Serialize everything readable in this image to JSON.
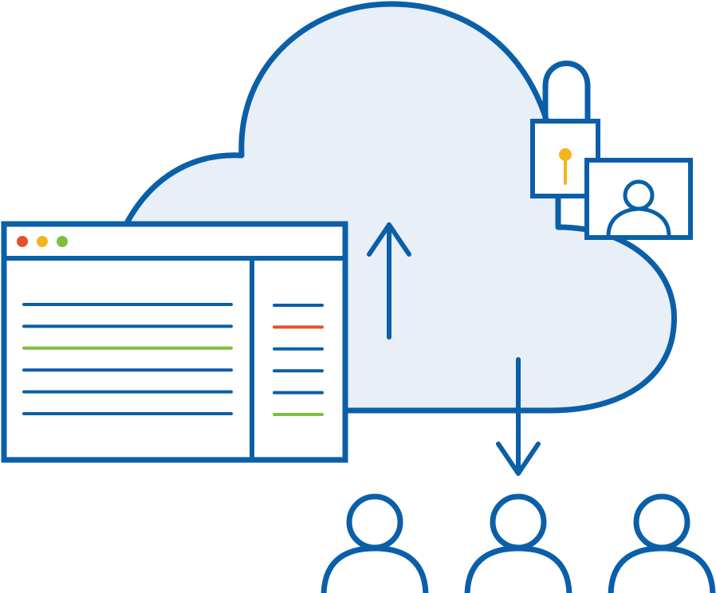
{
  "colors": {
    "primary_blue": "#0a5fa8",
    "cloud_fill": "#e8eff7",
    "white": "#ffffff",
    "dot_red": "#e6502a",
    "dot_yellow": "#f2b51c",
    "dot_green": "#7fbf3f",
    "line_red": "#e6502a",
    "line_green": "#7fbf3f",
    "keyhole": "#f2b51c"
  },
  "icons": {
    "cloud": "cloud-icon",
    "browser": "browser-window-icon",
    "padlock": "padlock-icon",
    "user_card": "user-profile-card-icon",
    "upload_arrow": "arrow-up-icon",
    "download_arrow": "arrow-down-icon",
    "users": "user-icon"
  },
  "browser": {
    "window_dots": [
      "red",
      "yellow",
      "green"
    ],
    "main_lines": [
      "blue",
      "blue",
      "green",
      "blue",
      "blue",
      "blue"
    ],
    "side_lines": [
      "blue",
      "red",
      "blue",
      "blue",
      "blue",
      "green"
    ]
  },
  "users_count": 3
}
